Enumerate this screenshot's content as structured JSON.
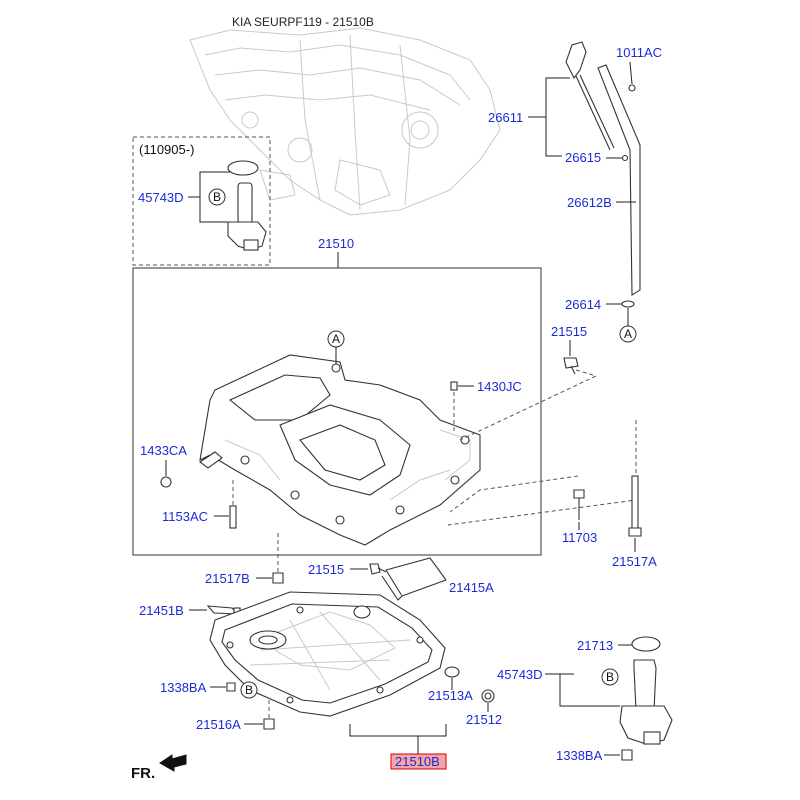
{
  "title": "KIA SEURPF119 - 21510B",
  "inset_date": "(110905-)",
  "callouts": {
    "c1011AC": "1011AC",
    "c26611": "26611",
    "c26615": "26615",
    "c26612B": "26612B",
    "c26614": "26614",
    "c21515a": "21515",
    "c45743D_top": "45743D",
    "c21510": "21510",
    "c1430JC": "1430JC",
    "c1433CA": "1433CA",
    "c1153AC": "1153AC",
    "c11703": "11703",
    "c21517A": "21517A",
    "c21517B": "21517B",
    "c21515b": "21515",
    "c21415A": "21415A",
    "c21451B": "21451B",
    "c1338BA_left": "1338BA",
    "c21513A": "21513A",
    "c21516A": "21516A",
    "c21512": "21512",
    "c21713": "21713",
    "c45743D_bot": "45743D",
    "c1338BA_right": "1338BA",
    "c21510B": "21510B"
  },
  "ref_marks": {
    "A1": "A",
    "A2": "A",
    "B1": "B",
    "B2": "B",
    "B3": "B"
  },
  "front_label": "FR.",
  "colors": {
    "callout_text": "#1c2bd6",
    "highlight_fill": "#f4a6a6",
    "highlight_border": "#d40000",
    "line": "#222222"
  }
}
